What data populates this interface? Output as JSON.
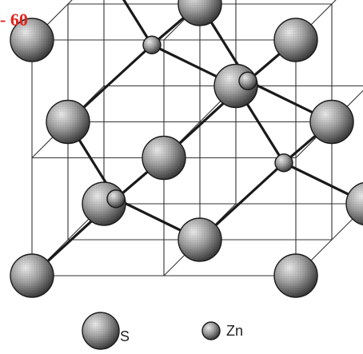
{
  "header": {
    "page_label": "- 60"
  },
  "legend": {
    "large_label": "S",
    "small_label": "Zn",
    "large_icon": "large-sulfur-sphere-icon",
    "small_icon": "small-zinc-sphere-icon"
  },
  "colors": {
    "page_label": "#e3221b",
    "lines": "#333333",
    "sphere_light": "#e8e8e8",
    "sphere_mid": "#9a9a9a",
    "sphere_dark": "#2e2e2e"
  }
}
